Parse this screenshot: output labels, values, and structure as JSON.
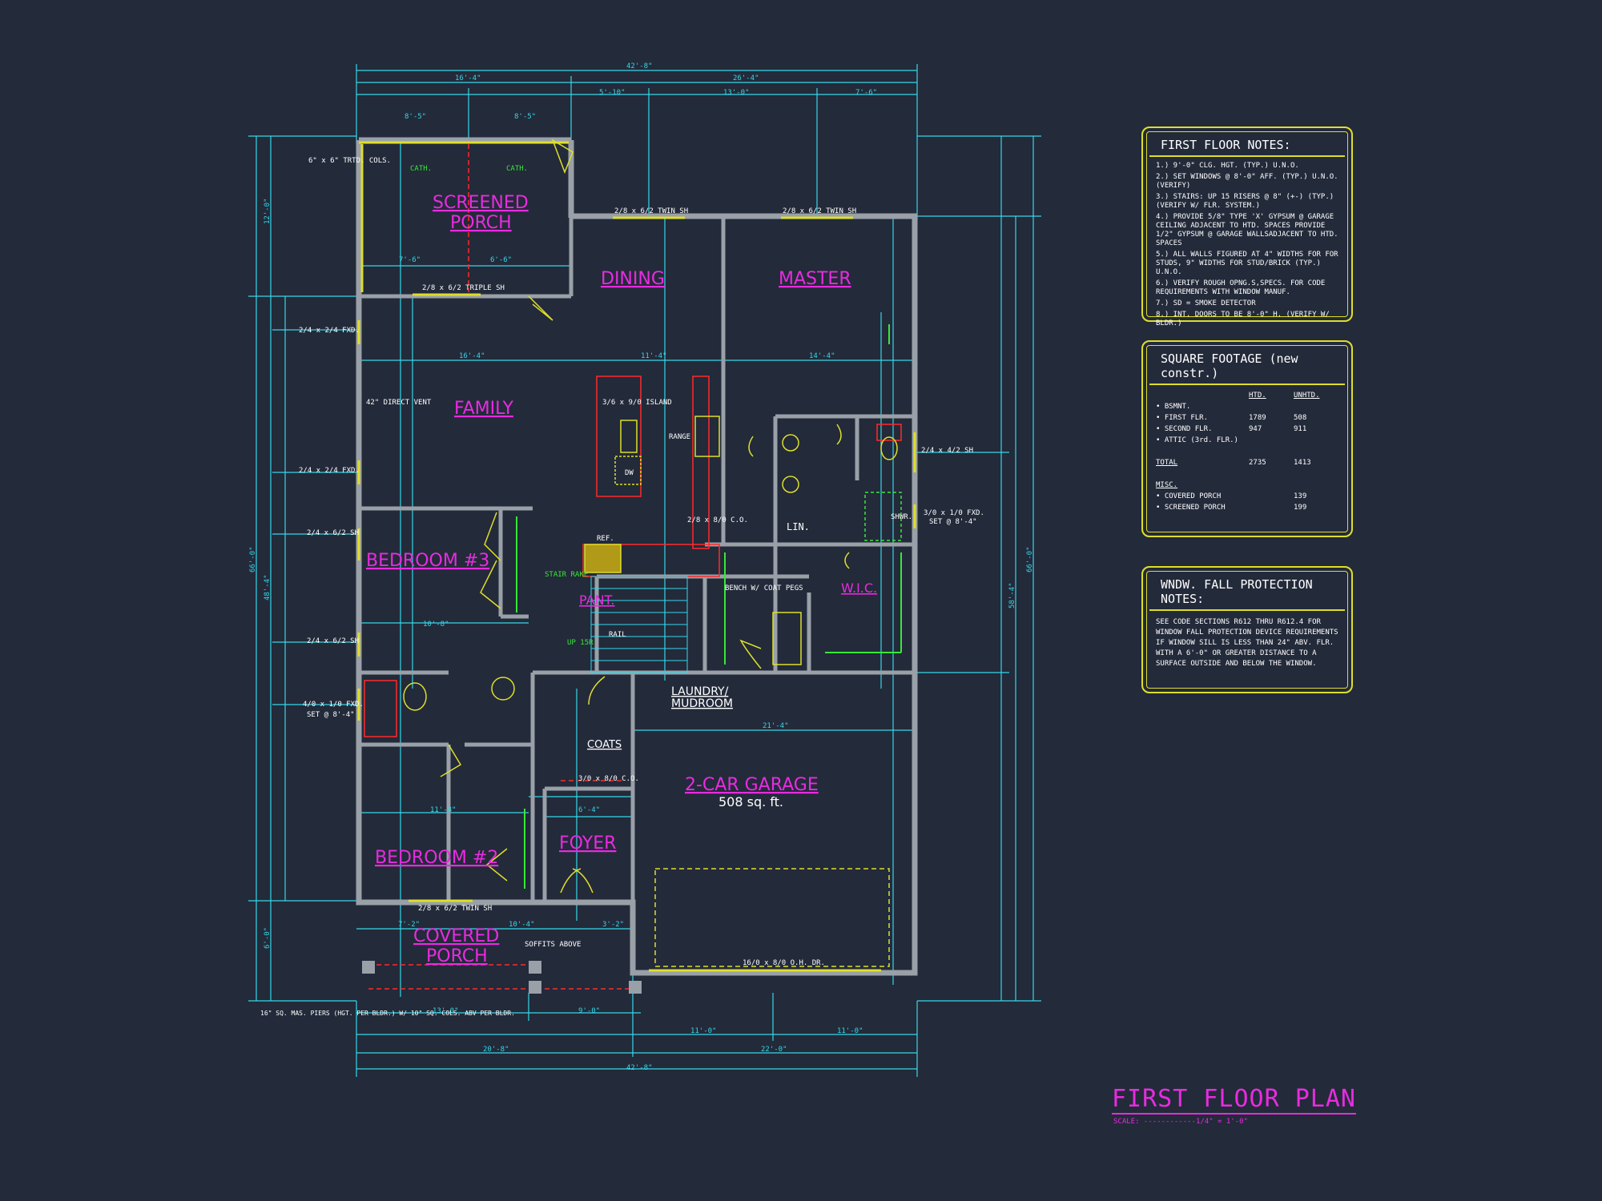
{
  "colors": {
    "background": "#232a3a",
    "walls": "#c8c8c8",
    "dimensions": "#34d8e8",
    "room_labels": "#e92be0",
    "windows": "#dede2a",
    "fixtures": "#ff2a2a",
    "green_markers": "#38e838",
    "note_borders": "#dede2a"
  },
  "rooms": {
    "screened_porch_1": "SCREENED",
    "screened_porch_2": "PORCH",
    "dining": "DINING",
    "master": "MASTER",
    "family": "FAMILY",
    "bedroom3": "BEDROOM #3",
    "pant": "PANT.",
    "wic": "W.I.C.",
    "laundry_1": "LAUNDRY/",
    "laundry_2": "MUDROOM",
    "coats": "COATS",
    "garage": "2-CAR GARAGE",
    "garage_area": "508 sq. ft.",
    "bedroom2": "BEDROOM #2",
    "foyer": "FOYER",
    "covered_porch_1": "COVERED",
    "covered_porch_2": "PORCH",
    "lin": "LIN."
  },
  "dimensions": {
    "overall_width": "42'-8\"",
    "top_left": "16'-4\"",
    "top_right": "26'-4\"",
    "top_a": "8'-5\"",
    "top_b": "8'-5\"",
    "top_c": "5'-10\"",
    "top_d": "13'-0\"",
    "top_e": "7'-6\"",
    "left_overall": "66'-0\"",
    "left_a": "12'-0\"",
    "left_b": "48'-4\"",
    "left_c": "6'-0\"",
    "right_overall": "66'-0\"",
    "right_a": "58'-4\"",
    "bottom_a": "13'-0\"",
    "bottom_b": "9'-0\"",
    "bottom_c": "11'-0\"",
    "bottom_d": "11'-0\"",
    "bottom_e": "20'-8\"",
    "bottom_f": "22'-0\"",
    "bottom_overall": "42'-8\"",
    "family_w": "16'-4\"",
    "dining_w": "11'-4\"",
    "master_w": "14'-4\"",
    "garage_w": "21'-4\"",
    "bed3_w": "10'-8\"",
    "bed2_w": "11'-8\"",
    "foyer_w": "6'-4\"",
    "porch_a": "7'-6\"",
    "porch_b": "6'-6\"",
    "cov_a": "7'-2\"",
    "cov_b": "10'-4\"",
    "cov_c": "3'-2\""
  },
  "windows": {
    "w1": "2/8 x 6/2 TWIN SH",
    "w2": "2/8 x 6/2 TWIN SH",
    "w3": "2/8 x 6/2 TRIPLE SH",
    "w4": "2/4 x 2/4 FXD.",
    "w5": "2/4 x 2/4 FXD.",
    "w6": "2/4 x 6/2 SH",
    "w7": "2/4 x 6/2 SH",
    "w8": "4/0 x 1/0 FXD.",
    "w8b": "SET @ 8'-4\"",
    "w9": "2/8 x 6/2 TWIN SH",
    "w10": "2/4 x 4/2 SH",
    "w11": "3/0 x 1/0 FXD.",
    "w11b": "SET @ 8'-4\"",
    "garage_door": "16/0 x 8/0 O.H. DR.",
    "island": "3/6 x 9/0 ISLAND",
    "range": "RANGE",
    "dw": "DW",
    "ref": "REF.",
    "cols": "6\" x 6\" TRTD. COLS.",
    "cath1": "CATH.",
    "cath2": "CATH.",
    "direct_vent": "42\" DIRECT VENT",
    "soffits": "SOFFITS ABOVE",
    "piers": "16\" SQ. MAS. PIERS (HGT. PER BLDR.) W/ 10\" SQ. COLS. ABV PER BLDR.",
    "co": "2/8 x 8/0 C.O.",
    "co2": "3/0 x 8/0 C.O.",
    "bench": "BENCH W/ COAT PEGS",
    "stair": "STAIR RAKE",
    "rail": "RAIL",
    "up": "UP 15R",
    "shwr": "SHWR."
  },
  "notes": {
    "first_floor_title": "FIRST FLOOR NOTES:",
    "first_floor_items": [
      "1.) 9'-0\" CLG. HGT. (TYP.) U.N.O.",
      "2.) SET WINDOWS @ 8'-0\" AFF. (TYP.) U.N.O. (VERIFY)",
      "3.) STAIRS: UP 15 RISERS @ 8\" (+-) (TYP.) (VERIFY W/ FLR. SYSTEM.)",
      "4.) PROVIDE 5/8\" TYPE 'X' GYPSUM @ GARAGE CEILING ADJACENT TO HTD. SPACES PROVIDE 1/2\" GYPSUM @ GARAGE WALLSADJACENT TO HTD. SPACES",
      "5.) ALL WALLS FIGURED AT 4\" WIDTHS FOR FOR STUDS, 9\" WIDTHS FOR STUD/BRICK (TYP.) U.N.O.",
      "6.) VERIFY ROUGH OPNG.S,SPECS. FOR CODE REQUIREMENTS WITH WINDOW MANUF.",
      "7.) SD = SMOKE DETECTOR",
      "8.) INT. DOORS TO BE 8'-0\" H. (VERIFY W/ BLDR.)"
    ],
    "sqft_title": "SQUARE FOOTAGE (new constr.)",
    "sqft_headers": [
      "",
      "HTD.",
      "UNHTD."
    ],
    "sqft_rows": [
      [
        "• BSMNT.",
        "",
        ""
      ],
      [
        "• FIRST FLR.",
        "1789",
        "508"
      ],
      [
        "• SECOND FLR.",
        "947",
        "911"
      ],
      [
        "• ATTIC (3rd. FLR.)",
        "",
        ""
      ],
      [
        "",
        "",
        ""
      ],
      [
        "TOTAL",
        "2735",
        "1413"
      ],
      [
        "",
        "",
        ""
      ],
      [
        "MISC.",
        "",
        ""
      ],
      [
        "• COVERED PORCH",
        "",
        "139"
      ],
      [
        "• SCREENED PORCH",
        "",
        "199"
      ]
    ],
    "window_fall_title": "WNDW. FALL PROTECTION NOTES:",
    "window_fall_text": "SEE CODE SECTIONS R612 THRU R612.4 FOR WINDOW FALL PROTECTION DEVICE REQUIREMENTS IF WINDOW SILL IS LESS THAN 24\" ABV. FLR. WITH A 6'-0\" OR GREATER DISTANCE TO A SURFACE OUTSIDE AND BELOW THE WINDOW."
  },
  "title": {
    "plan_title": "FIRST FLOOR PLAN",
    "scale": "SCALE: ------------1/4\" = 1'-0\""
  }
}
